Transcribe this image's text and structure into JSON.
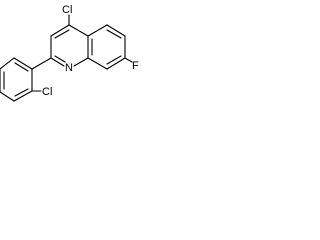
{
  "molecule": {
    "atoms": {
      "cl_top": "Cl",
      "n_ring": "N",
      "f_right": "F",
      "cl_bottom": "Cl"
    }
  }
}
